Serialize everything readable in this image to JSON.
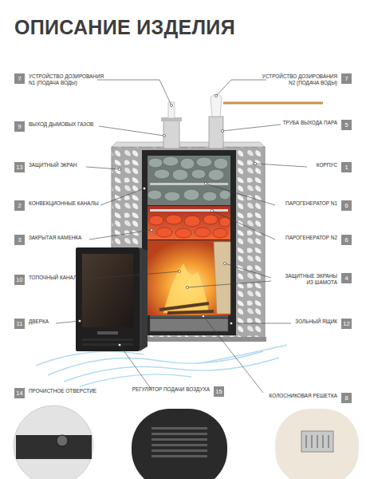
{
  "diagram": {
    "title": "ОПИСАНИЕ ИЗДЕЛИЯ",
    "nodes": [
      {
        "text": [
          "7",
          "УСТРОЙСТВО ДОЗИРОВАНИЯ N1 (ПОДАЧА ВОДЫ)"
        ]
      },
      {
        "text": [
          "7",
          "УСТРОЙСТВО ДОЗИРОВАНИЯ N2 (ПОДАЧА ВОДЫ)"
        ]
      },
      {
        "text": [
          "9",
          "ВЫХОД ДЫМОВЫХ ГАЗОВ"
        ]
      },
      {
        "text": [
          "5",
          "ТРУБА ВЫХОДА ПАРА"
        ]
      },
      {
        "text": [
          "13",
          "ЗАЩИТНЫЙ ЭКРАН"
        ]
      },
      {
        "text": [
          "1",
          "КОРПУС"
        ]
      },
      {
        "text": [
          "2",
          "КОНВЕКЦИОННЫЕ КАНАЛЫ"
        ]
      },
      {
        "text": [
          "6",
          "ПАРОГЕНЕРАТОР N1"
        ]
      },
      {
        "text": [
          "3",
          "ЗАКРЫТАЯ КАМЕНКА"
        ]
      },
      {
        "text": [
          "6",
          "ПАРОГЕНЕРАТОР N2"
        ]
      },
      {
        "text": [
          "10",
          "ТОПОЧНЫЙ КАНАЛ"
        ]
      },
      {
        "text": [
          "4",
          "ЗАЩИТНЫЕ ЭКРАНЫ ИЗ ШАМОТА"
        ]
      },
      {
        "text": [
          "11",
          "ДВЕРКА"
        ]
      },
      {
        "text": [
          "12",
          "ЗОЛЬНЫЙ ЯЩИК"
        ]
      },
      {
        "text": [
          "14",
          "ПРОЧИСТНОЕ ОТВЕРСТИЕ"
        ]
      },
      {
        "text": [
          "15",
          "РЕГУЛЯТОР ПОДАЧИ ВОЗДУХА"
        ]
      },
      {
        "text": [
          "8",
          "КОЛОСНИКОВАЯ РЕШЕТКА"
        ]
      }
    ]
  }
}
